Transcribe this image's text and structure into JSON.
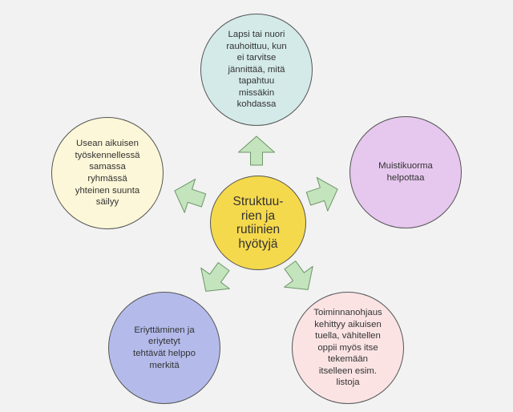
{
  "diagram": {
    "center": {
      "label": "Struktuu-\nrien ja\nrutiinien\nhyötyjä",
      "fill": "#f5d94c"
    },
    "nodes": [
      {
        "id": "top",
        "label": "Lapsi tai nuori\nrauhoittuu, kun\nei tarvitse\njännittää, mitä\ntapahtuu\nmissäkin\nkohdassa",
        "fill": "#d3eae9"
      },
      {
        "id": "right",
        "label": "Muistikuorma\nhelpottaa",
        "fill": "#e6c7ee"
      },
      {
        "id": "left",
        "label": "Usean aikuisen\ntyöskennellessä\nsamassa\nryhmässä\nyhteinen suunta\nsäilyy",
        "fill": "#fcf7d8"
      },
      {
        "id": "bottom-left",
        "label": "Eriyttäminen ja\neriytetyt\ntehtävät helppo\nmerkitä",
        "fill": "#b4bbeb"
      },
      {
        "id": "bottom-right",
        "label": "Toiminnanohjaus\nkehittyy aikuisen\ntuella, vähitellen\noppii myös itse\ntekemään\nitselleen esim.\nlistoja",
        "fill": "#fbe3e4"
      }
    ],
    "arrow_fill": "#c3e4bd",
    "arrow_stroke": "#6d9668",
    "border_color": "#555555"
  }
}
